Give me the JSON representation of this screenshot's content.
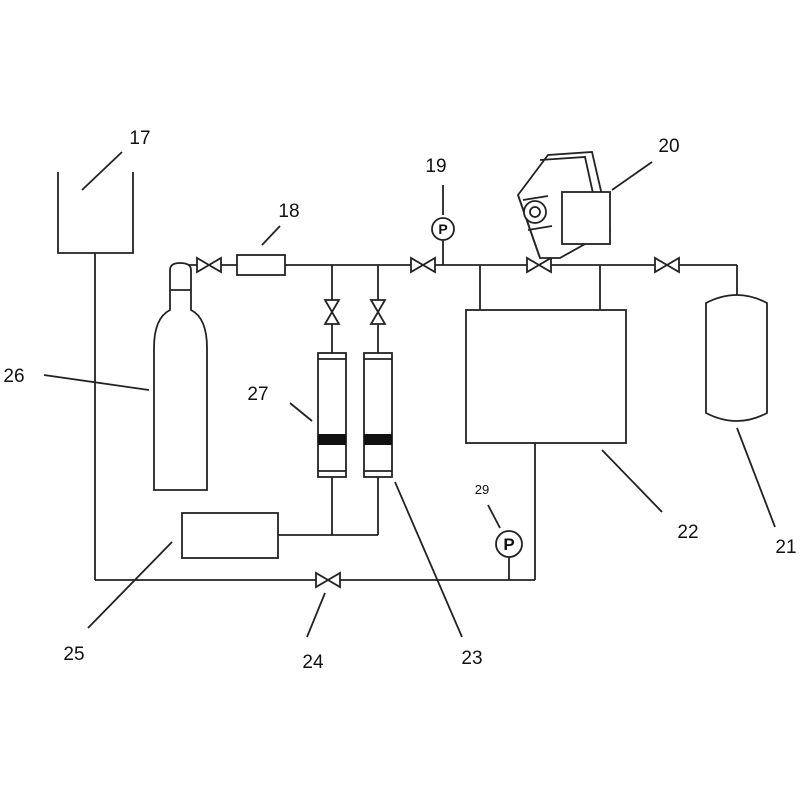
{
  "labels": {
    "l17": "17",
    "l18": "18",
    "l19": "19",
    "l20": "20",
    "l21": "21",
    "l22": "22",
    "l23": "23",
    "l24": "24",
    "l25": "25",
    "l26": "26",
    "l27": "27",
    "l29": "29"
  },
  "gauges": {
    "g19": "P",
    "g29": "P"
  }
}
